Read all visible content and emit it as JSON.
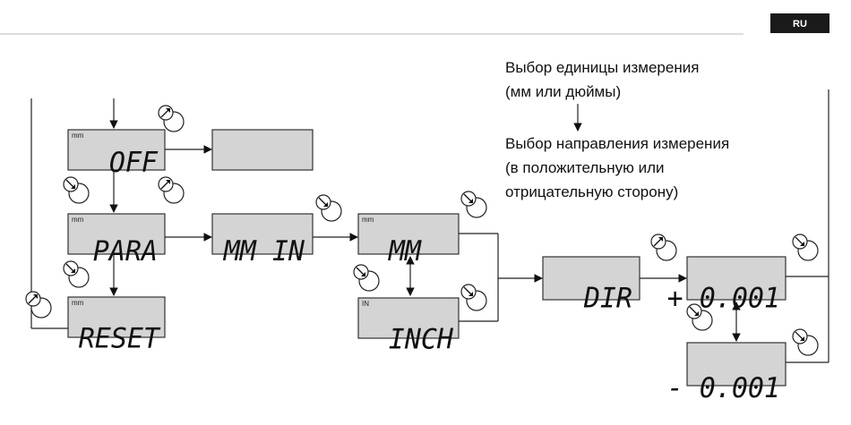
{
  "language_badge": "RU",
  "captions": {
    "unit_select_line1": "Выбор единицы измерения",
    "unit_select_line2": "(мм или дюймы)",
    "direction_line1": "Выбор направления измерения",
    "direction_line2": "(в положительную или",
    "direction_line3": "отрицательную сторону)"
  },
  "displays": {
    "off": {
      "unit": "mm",
      "text": "OFF"
    },
    "blank": {
      "unit": "",
      "text": ""
    },
    "para": {
      "unit": "mm",
      "text": "PARA"
    },
    "reset": {
      "unit": "mm",
      "text": "RESET"
    },
    "mm_in": {
      "unit": "",
      "text": "MM IN"
    },
    "mm": {
      "unit": "mm",
      "text": "MM"
    },
    "inch": {
      "unit": "IN",
      "text": "INCH"
    },
    "dir": {
      "unit": "",
      "text": "DIR"
    },
    "plus": {
      "unit": "",
      "text": "+ 0.001"
    },
    "minus": {
      "unit": "",
      "text": "- 0.001"
    }
  },
  "icons": {
    "press_button": "gauge-button-press-icon",
    "release_button": "gauge-button-release-icon"
  },
  "colors": {
    "lcd_fill": "#d4d4d4",
    "badge": "#1a1a1a",
    "rule": "#dddddd"
  }
}
